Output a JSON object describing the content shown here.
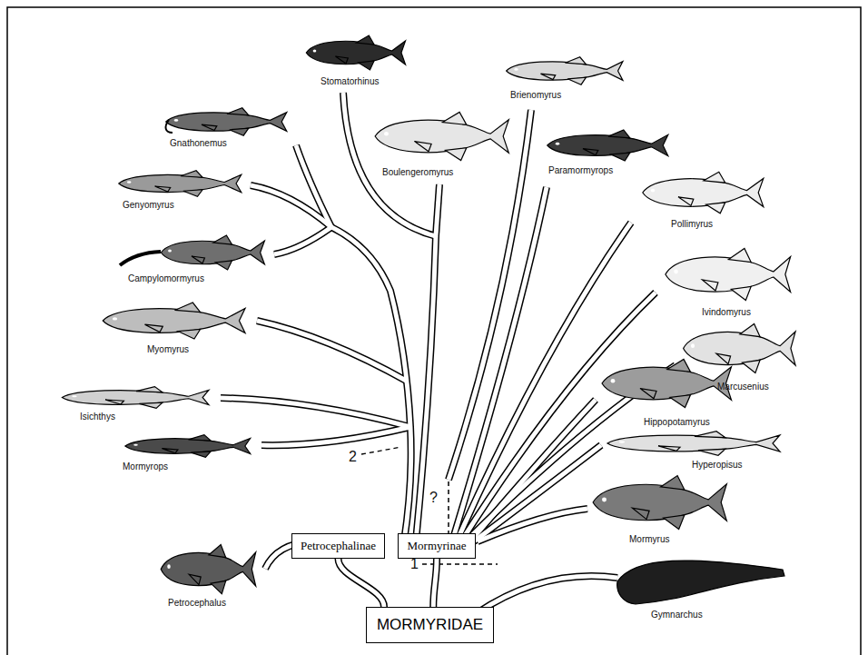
{
  "diagram": {
    "nodes": [
      {
        "text": [
          "Petrocephalinae"
        ]
      },
      {
        "text": [
          "Mormyrinae"
        ]
      },
      {
        "text": [
          "MORMYRIDAE"
        ]
      }
    ],
    "edges": [
      {
        "from": 2,
        "to": 0,
        "arrow": "none"
      },
      {
        "from": 2,
        "to": 1,
        "arrow": "none"
      }
    ],
    "labels": [
      "Stomatorhinus",
      "Brienomyrus",
      "Gnathonemus",
      "Boulengeromyrus",
      "Paramormyrops",
      "Pollimyrus",
      "Genyomyrus",
      "Campylomormyrus",
      "Ivindomyrus",
      "Myomyrus",
      "Marcusenius",
      "Isichthys",
      "Hippopotamyrus",
      "Mormyrops",
      "2",
      "Hyperopisus",
      "?",
      "Mormyrus",
      "1",
      "Petrocephalus",
      "Gymnarchus"
    ]
  }
}
